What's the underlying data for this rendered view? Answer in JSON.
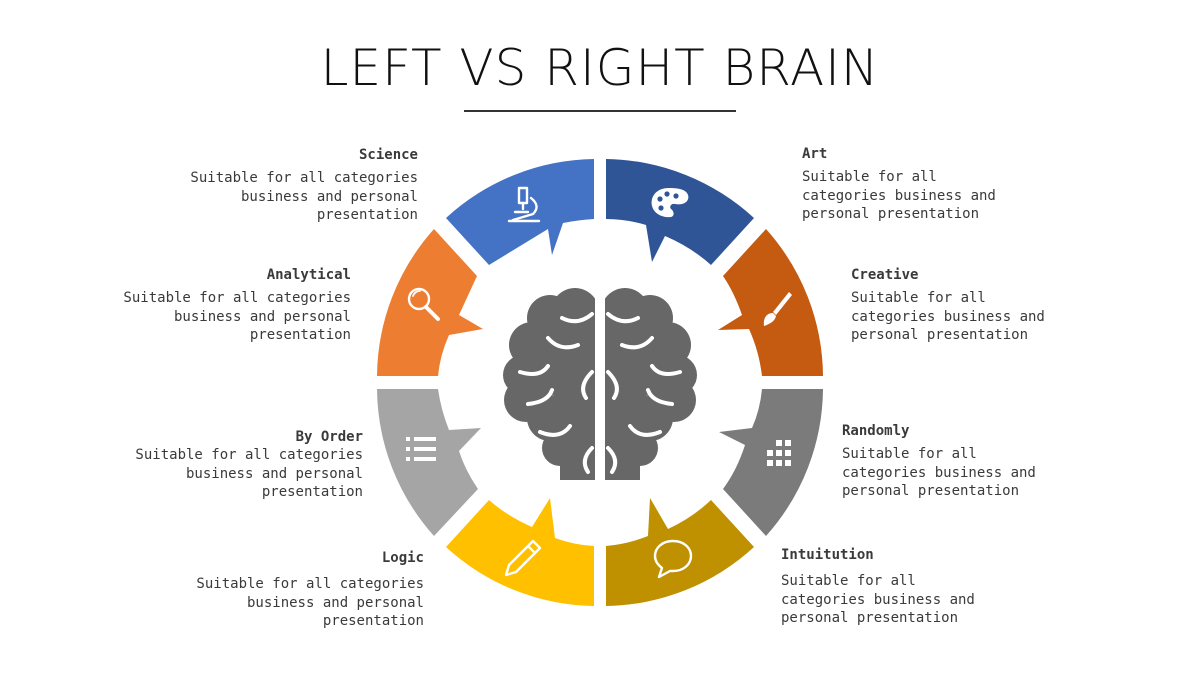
{
  "title": "LEFT VS RIGHT BRAIN",
  "colors": {
    "science": "#4472c4",
    "art": "#2f5597",
    "analytical": "#ed7d31",
    "creative": "#c55a11",
    "by_order": "#a5a5a5",
    "randomly": "#7b7b7b",
    "logic": "#ffc000",
    "intuition": "#bf9000",
    "brain": "#676767"
  },
  "items": {
    "science": {
      "title": "Science",
      "desc": [
        "Suitable for all categories",
        "business and personal",
        "presentation"
      ],
      "icon": "microscope-icon"
    },
    "art": {
      "title": "Art",
      "desc": [
        "Suitable for all",
        "categories business and",
        "personal presentation"
      ],
      "icon": "palette-icon"
    },
    "analytical": {
      "title": "Analytical",
      "desc": [
        "Suitable for all categories",
        "business and personal",
        "presentation"
      ],
      "icon": "magnifier-icon"
    },
    "creative": {
      "title": "Creative",
      "desc": [
        "Suitable for all",
        "categories business and",
        "personal presentation"
      ],
      "icon": "paintbrush-icon"
    },
    "by_order": {
      "title": "By Order",
      "desc": [
        "Suitable for all categories",
        "business and personal",
        "presentation"
      ],
      "icon": "list-icon"
    },
    "randomly": {
      "title": "Randomly",
      "desc": [
        "Suitable for all",
        "categories business and",
        "personal presentation"
      ],
      "icon": "grid-dots-icon"
    },
    "logic": {
      "title": "Logic",
      "desc": [
        "Suitable for all categories",
        "business and personal",
        "presentation"
      ],
      "icon": "pencil-icon"
    },
    "intuition": {
      "title": "Intuitution",
      "desc": [
        "Suitable for all",
        "categories business and",
        "personal presentation"
      ],
      "icon": "speech-bubble-icon"
    }
  }
}
